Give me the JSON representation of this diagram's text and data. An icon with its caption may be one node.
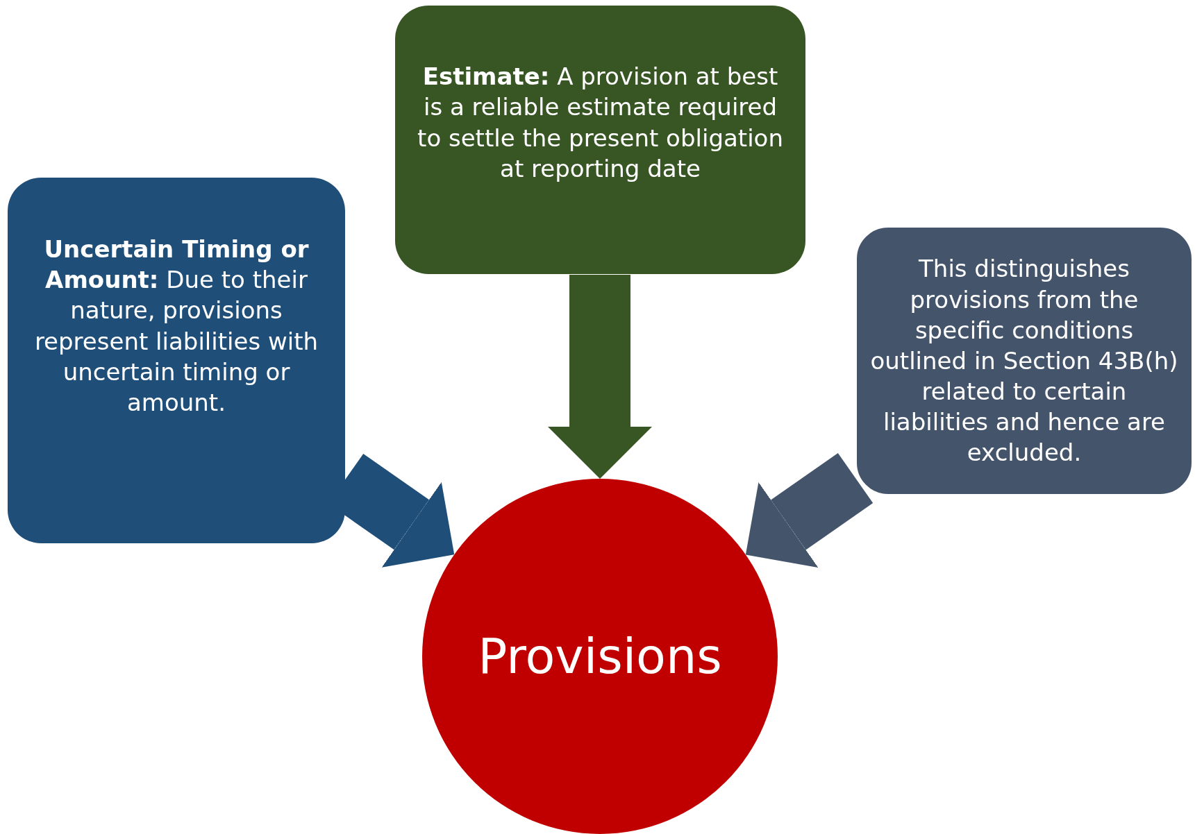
{
  "diagram": {
    "nodes": [
      {
        "text": [
          "**Uncertain Timing or Amount:** Due to their nature, provisions represent liabilities with uncertain timing or amount."
        ]
      },
      {
        "text": [
          "**Estimate:** A provision at best is a reliable estimate required to settle the present obligation at reporting date"
        ]
      },
      {
        "text": [
          "This distinguishes provisions from the specific conditions outlined in Section 43B(h) related to certain liabilities and hence are excluded."
        ]
      },
      {
        "text": [
          "Provisions"
        ]
      }
    ],
    "edges": [
      {
        "from": 0,
        "to": 3,
        "arrow": "to",
        "color": "#1f4e79"
      },
      {
        "from": 1,
        "to": 3,
        "arrow": "to",
        "color": "#375623"
      },
      {
        "from": 2,
        "to": 3,
        "arrow": "to",
        "color": "#44546a"
      }
    ]
  }
}
